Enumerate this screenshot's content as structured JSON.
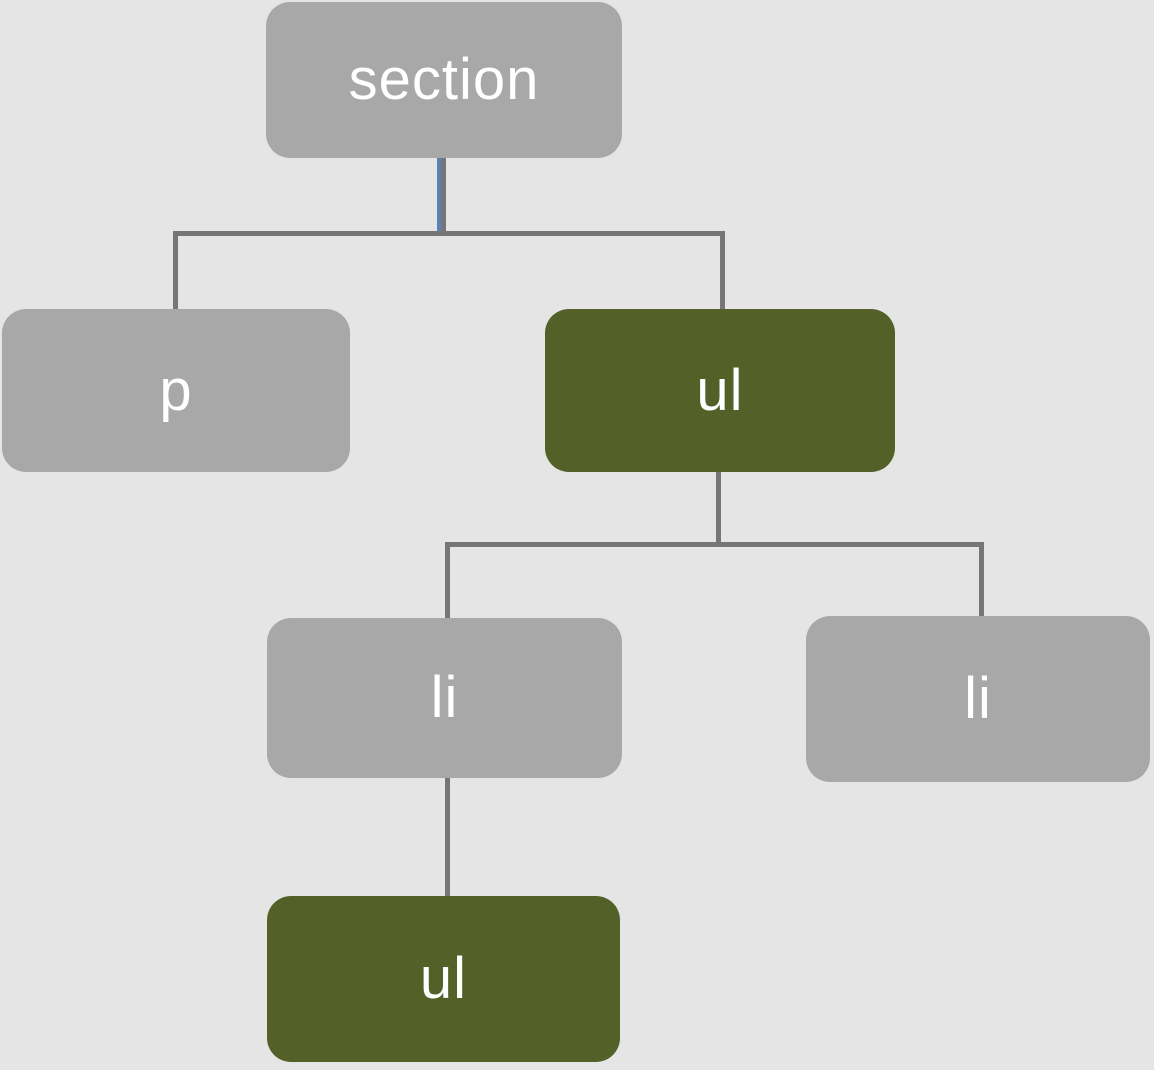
{
  "diagram": {
    "type": "tree",
    "nodes": {
      "section": {
        "label": "section",
        "highlighted": false
      },
      "p": {
        "label": "p",
        "highlighted": false
      },
      "ul_child": {
        "label": "ul",
        "highlighted": true
      },
      "li_first": {
        "label": "li",
        "highlighted": false
      },
      "li_second": {
        "label": "li",
        "highlighted": false
      },
      "ul_nested": {
        "label": "ul",
        "highlighted": true
      }
    },
    "edges": [
      {
        "from": "section",
        "to": "p"
      },
      {
        "from": "section",
        "to": "ul_child"
      },
      {
        "from": "ul_child",
        "to": "li_first"
      },
      {
        "from": "ul_child",
        "to": "li_second"
      },
      {
        "from": "li_first",
        "to": "ul_nested"
      }
    ],
    "colors": {
      "background": "#e5e5e5",
      "node_default": "#a8a8a8",
      "node_highlight": "#536129",
      "node_text": "#ffffff",
      "connector": "#767676",
      "connector_accent": "#5c81ba"
    }
  }
}
